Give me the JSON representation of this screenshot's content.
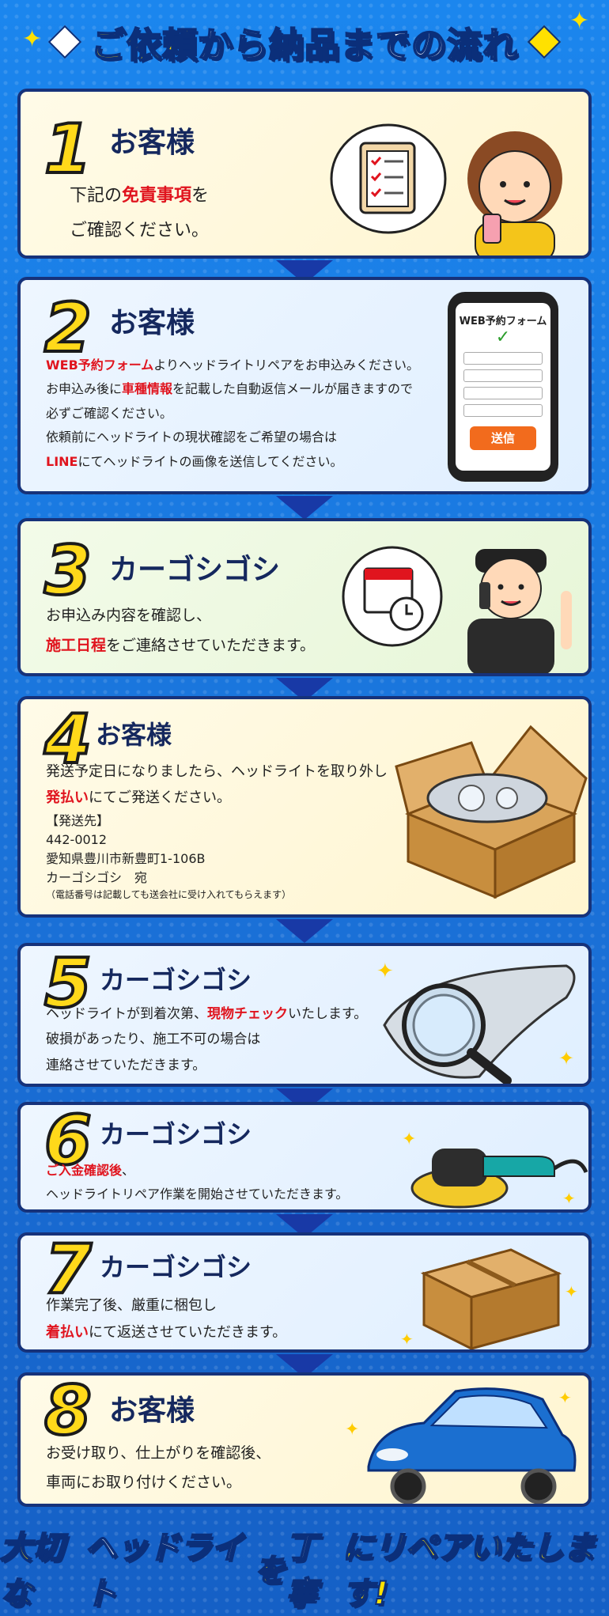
{
  "title": {
    "part1": "ご依頼",
    "part2": "から",
    "part3": "納品",
    "part4": "までの流れ"
  },
  "steps": [
    {
      "num": "1",
      "who": "お客様",
      "lines": [
        [
          "下記の",
          "免責事項",
          "を"
        ],
        [
          "ご確認ください。",
          "",
          ""
        ]
      ]
    },
    {
      "num": "2",
      "who": "お客様",
      "form_title": "WEB予約フォーム",
      "form_button": "送信",
      "lines": [
        [
          "",
          "WEB予約フォーム",
          "よりヘッドライトリペアをお申込みください。"
        ],
        [
          "お申込み後に",
          "車種情報",
          "を記載した自動返信メールが届きますので"
        ],
        [
          "必ずご確認ください。",
          "",
          ""
        ],
        [
          "依頼前にヘッドライトの現状確認をご希望の場合は",
          "",
          ""
        ],
        [
          "",
          "LINE",
          "にてヘッドライトの画像を送信してください。"
        ]
      ]
    },
    {
      "num": "3",
      "who": "カーゴシゴシ",
      "lines": [
        [
          "お申込み内容を確認し、",
          "",
          ""
        ],
        [
          "",
          "施工日程",
          "をご連絡させていただきます。"
        ]
      ]
    },
    {
      "num": "4",
      "who": "お客様",
      "lines": [
        [
          "発送予定日になりましたら、ヘッドライトを取り外し",
          "",
          ""
        ],
        [
          "",
          "発払い",
          "にてご発送ください。"
        ]
      ],
      "address": [
        "【発送先】",
        "442-0012",
        "愛知県豊川市新豊町1-106B",
        "カーゴシゴシ　宛"
      ],
      "note": "（電話番号は記載しても送会社に受け入れてもらえます）"
    },
    {
      "num": "5",
      "who": "カーゴシゴシ",
      "lines": [
        [
          "ヘッドライトが到着次第、",
          "現物チェック",
          "いたします。"
        ],
        [
          "破損があったり、施工不可の場合は",
          "",
          ""
        ],
        [
          "連絡させていただきます。",
          "",
          ""
        ]
      ]
    },
    {
      "num": "6",
      "who": "カーゴシゴシ",
      "lines": [
        [
          "",
          "ご入金確認後",
          "、"
        ],
        [
          "ヘッドライトリペア作業を開始させていただきます。",
          "",
          ""
        ]
      ]
    },
    {
      "num": "7",
      "who": "カーゴシゴシ",
      "lines": [
        [
          "作業完了後、厳重に梱包し",
          "",
          ""
        ],
        [
          "",
          "着払い",
          "にて返送させていただきます。"
        ]
      ]
    },
    {
      "num": "8",
      "who": "お客様",
      "lines": [
        [
          "お受け取り、仕上がりを確認後、",
          "",
          ""
        ],
        [
          "車両にお取り付けください。",
          "",
          ""
        ]
      ]
    }
  ],
  "footer": {
    "p1": "大切な",
    "p2": "ヘッドライト",
    "p3": "を",
    "p4": "丁寧",
    "p5": "にリペアいたします!"
  },
  "colors": {
    "accent": "#ffe100",
    "navy": "#16327a",
    "red": "#e0141e",
    "blue": "#1a6fd6"
  }
}
